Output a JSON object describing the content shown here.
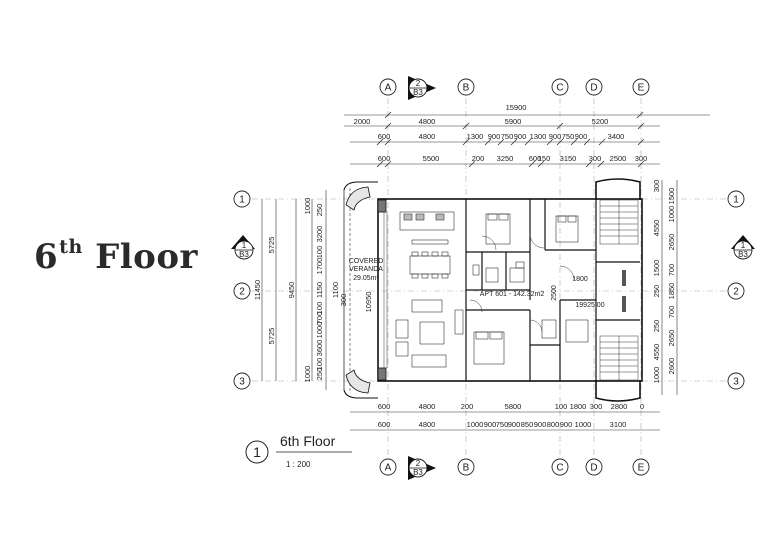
{
  "title": {
    "main": "6",
    "suffix": "th",
    "word": "Floor"
  },
  "grid_cols": [
    "A",
    "B",
    "C",
    "D",
    "E"
  ],
  "grid_rows": [
    "1",
    "2",
    "3"
  ],
  "section_markers": {
    "num": "2",
    "ref": "B3",
    "side_num": "1"
  },
  "dims": {
    "overall_top": "15900",
    "left_2000": "2000",
    "row1": [
      "4800",
      "5900",
      "5200"
    ],
    "row2": [
      "600",
      "4800",
      "1300",
      "900",
      "750",
      "900",
      "1300",
      "900",
      "750",
      "900",
      "3400"
    ],
    "row3": [
      "600",
      "5500",
      "200",
      "3250",
      "600",
      "150",
      "3150",
      "300",
      "2500",
      "300"
    ],
    "bottom1": [
      "600",
      "4800",
      "200",
      "5800",
      "100",
      "1800",
      "300",
      "2800",
      "0"
    ],
    "bottom2": [
      "600",
      "4800",
      "1000",
      "900",
      "750",
      "900",
      "850",
      "900",
      "800",
      "900",
      "1000",
      "3100"
    ],
    "left_total": "11450",
    "left_5725a": "5725",
    "left_5725b": "5725",
    "left_9450": "9450",
    "left_inner": [
      "1000",
      "250",
      "3200",
      "100",
      "1700",
      "1150",
      "100",
      "700",
      "1000",
      "3600",
      "100",
      "250",
      "1000"
    ],
    "left_1100": "1100",
    "left_300": "300",
    "left_10950": "10950",
    "right_inner": [
      "300",
      "1500",
      "4550",
      "1000",
      "2650",
      "1500",
      "700",
      "250",
      "1850",
      "2650",
      "250",
      "700",
      "2600",
      "4550",
      "1000"
    ],
    "center_1800": "1800",
    "center_2500": "2500",
    "center_19925": "19925.00"
  },
  "rooms": {
    "veranda_line1": "COVERED",
    "veranda_line2": "VERANDA",
    "veranda_area": "29.05m²",
    "apartment": "APT 601 - 142.32m2"
  },
  "sheet": {
    "number": "1",
    "title": "6th Floor",
    "scale": "1 : 200"
  }
}
